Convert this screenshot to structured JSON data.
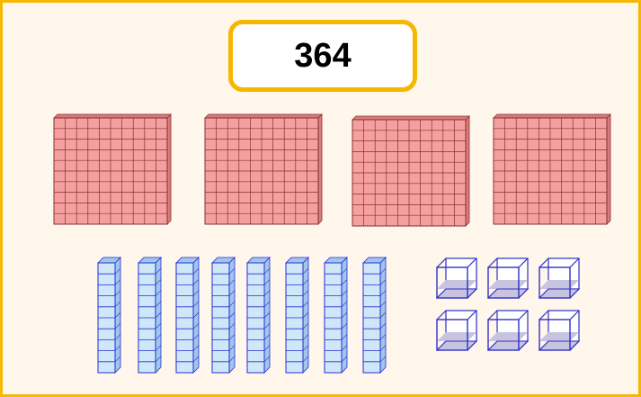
{
  "number": "364",
  "blocks": {
    "hundreds": {
      "count": 4,
      "units_per_side": 10
    },
    "tens": {
      "count": 8,
      "units_per_rod": 10
    },
    "ones": {
      "count": 6
    }
  },
  "colors": {
    "border": "#f5b700",
    "background": "#fff6ec",
    "hundred_face": "#f5a0a0",
    "hundred_side": "#d77b7b",
    "hundred_line": "#8a2f2f",
    "ten_face": "#cfe8f9",
    "ten_side": "#9fc7ea",
    "ten_line": "#2b2bd6",
    "one_face": "#ffffff",
    "one_shade": "#c7c4e0",
    "one_line": "#3030c8"
  }
}
